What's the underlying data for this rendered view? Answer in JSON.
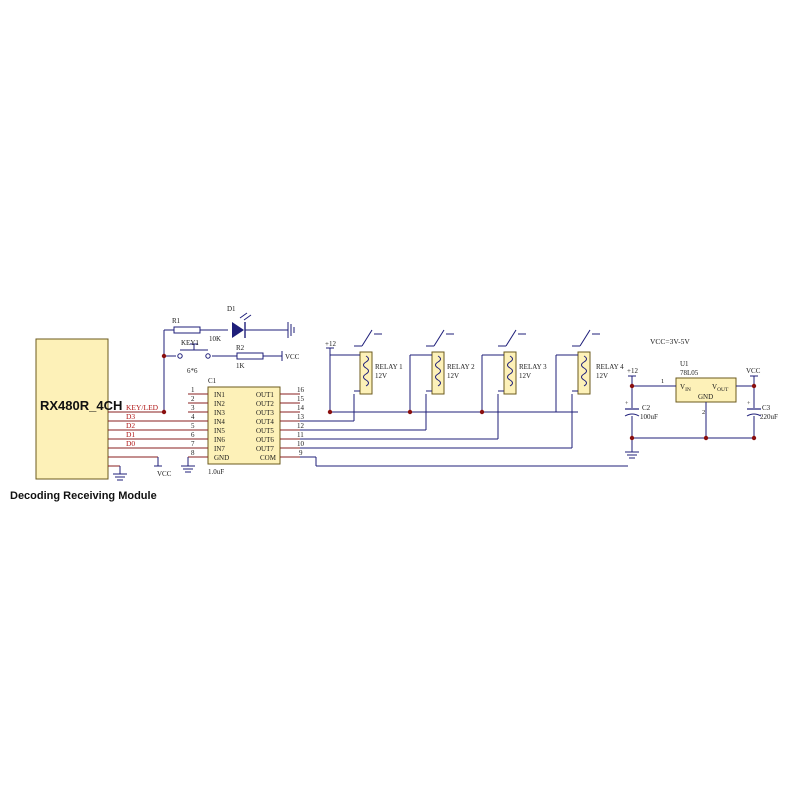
{
  "module": {
    "name": "RX480R_4CH",
    "caption": "Decoding Receiving Module",
    "pins": [
      "KEY/LED",
      "D3",
      "D2",
      "D1",
      "D0"
    ],
    "vcc": "VCC"
  },
  "parts": {
    "r1": {
      "ref": "R1",
      "value": "10K"
    },
    "d1": {
      "ref": "D1"
    },
    "key1": {
      "ref": "KEY1",
      "value": "6*6"
    },
    "r2": {
      "ref": "R2",
      "value": "1K"
    },
    "vcc_label": "VCC"
  },
  "ic": {
    "ref": "C1",
    "value": "1.0uF",
    "left_pins": [
      {
        "num": "1",
        "name": ""
      },
      {
        "num": "2",
        "name": "IN1"
      },
      {
        "num": "3",
        "name": "IN2"
      },
      {
        "num": "4",
        "name": "IN3"
      },
      {
        "num": "5",
        "name": "IN4"
      },
      {
        "num": "6",
        "name": "IN5"
      },
      {
        "num": "7",
        "name": "IN6"
      },
      {
        "num": "8",
        "name": "IN7"
      }
    ],
    "gnd_name": "GND",
    "right_pins": [
      {
        "num": "16",
        "name": "OUT1"
      },
      {
        "num": "15",
        "name": "OUT2"
      },
      {
        "num": "14",
        "name": "OUT3"
      },
      {
        "num": "13",
        "name": "OUT4"
      },
      {
        "num": "12",
        "name": "OUT5"
      },
      {
        "num": "11",
        "name": "OUT6"
      },
      {
        "num": "10",
        "name": "OUT7"
      },
      {
        "num": "9",
        "name": "COM"
      }
    ]
  },
  "relays": {
    "supply": "+12",
    "items": [
      {
        "name": "RELAY 1",
        "voltage": "12V"
      },
      {
        "name": "RELAY 2",
        "voltage": "12V"
      },
      {
        "name": "RELAY 3",
        "voltage": "12V"
      },
      {
        "name": "RELAY 4",
        "voltage": "12V"
      }
    ]
  },
  "regulator": {
    "note": "VCC=3V-5V",
    "ref": "U1",
    "part": "78L05",
    "in_label": "V",
    "in_sub": "IN",
    "out_label": "V",
    "out_sub": "OUT",
    "gnd_label": "GND",
    "pin1": "1",
    "gnd_pin": "2",
    "input_supply": "+12",
    "output_supply": "VCC",
    "c2": {
      "ref": "C2",
      "value": "100uF",
      "polarity": "+"
    },
    "c3": {
      "ref": "C3",
      "value": "220uF",
      "polarity": "+"
    }
  }
}
